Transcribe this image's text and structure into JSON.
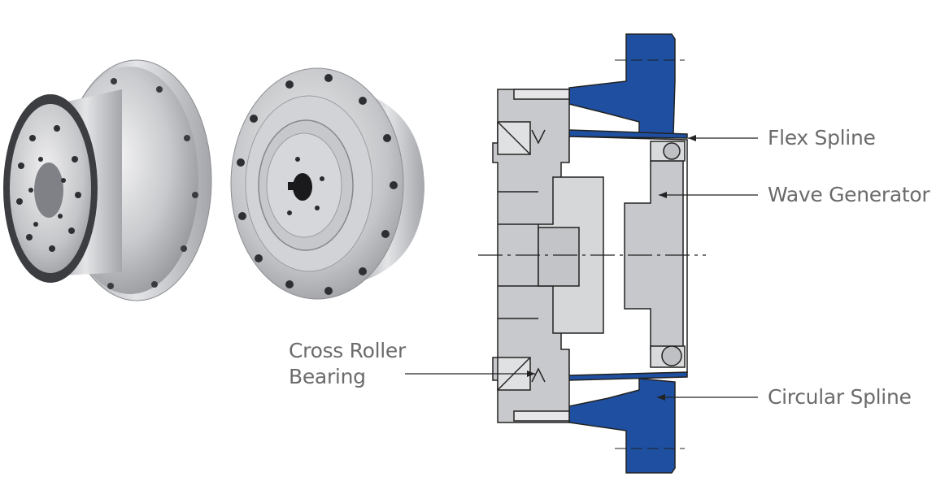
{
  "labels": {
    "flex_spline": "Flex Spline",
    "wave_generator": "Wave Generator",
    "circular_spline": "Circular Spline",
    "cross_roller_line1": "Cross Roller",
    "cross_roller_line2": "Bearing"
  },
  "colors": {
    "spline_blue": "#1f4fa0",
    "steel_light": "#d6d6d8",
    "steel_mid": "#b3b4b7",
    "outline": "#222222",
    "label_text": "#6b6b6b"
  }
}
